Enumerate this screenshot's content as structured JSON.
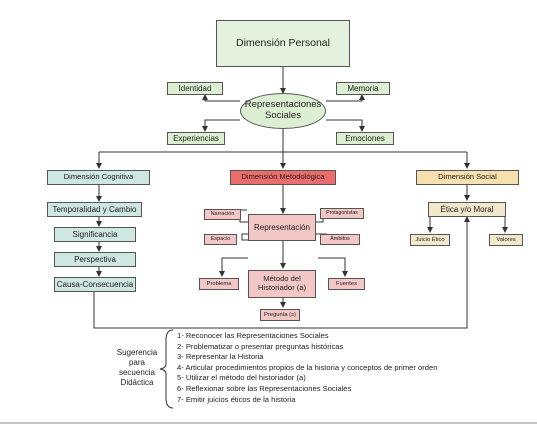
{
  "title": "Dimensión Personal",
  "center": "Representaciones Sociales",
  "personal_items": {
    "identidad": "Identidad",
    "memoria": "Memoria",
    "experiencias": "Experiencias",
    "emociones": "Emociones"
  },
  "cognitiva": {
    "title": "Dimensión Cognitiva",
    "items": [
      "Temporalidad y Cambio",
      "Significancia",
      "Perspectiva",
      "Causa-Consecuencia"
    ]
  },
  "metodologica": {
    "title": "Dimensión Metodológica",
    "representacion": "Representación",
    "narracion": "Narración",
    "espacio": "Espacio",
    "protagonistas": "Protagonistas",
    "ambitos": "Ámbitos",
    "metodo": "Método del Historiador (a)",
    "problema": "Problema",
    "fuentes": "Fuentes",
    "pregunta": "Pregunta (s)"
  },
  "social": {
    "title": "Dimensión Social",
    "etica": "Ética y/o Moral",
    "juicio": "Juicio Ético",
    "valores": "Valores"
  },
  "sugerencia": {
    "label": "Sugerencia para secuencia Didáctica",
    "steps": [
      "1- Reconocer las Representaciones Sociales",
      "2- Problematizar o presentar preguntas históricas",
      "3- Representar la Historia",
      "4- Articular procedimientos propios de la historia y conceptos de primer orden",
      "5-  Utilizar el método del historiador (a)",
      "6-  Reflexionar sobre las Representaciones Sociales",
      "7- Emitir juicios éticos de la historia"
    ]
  }
}
